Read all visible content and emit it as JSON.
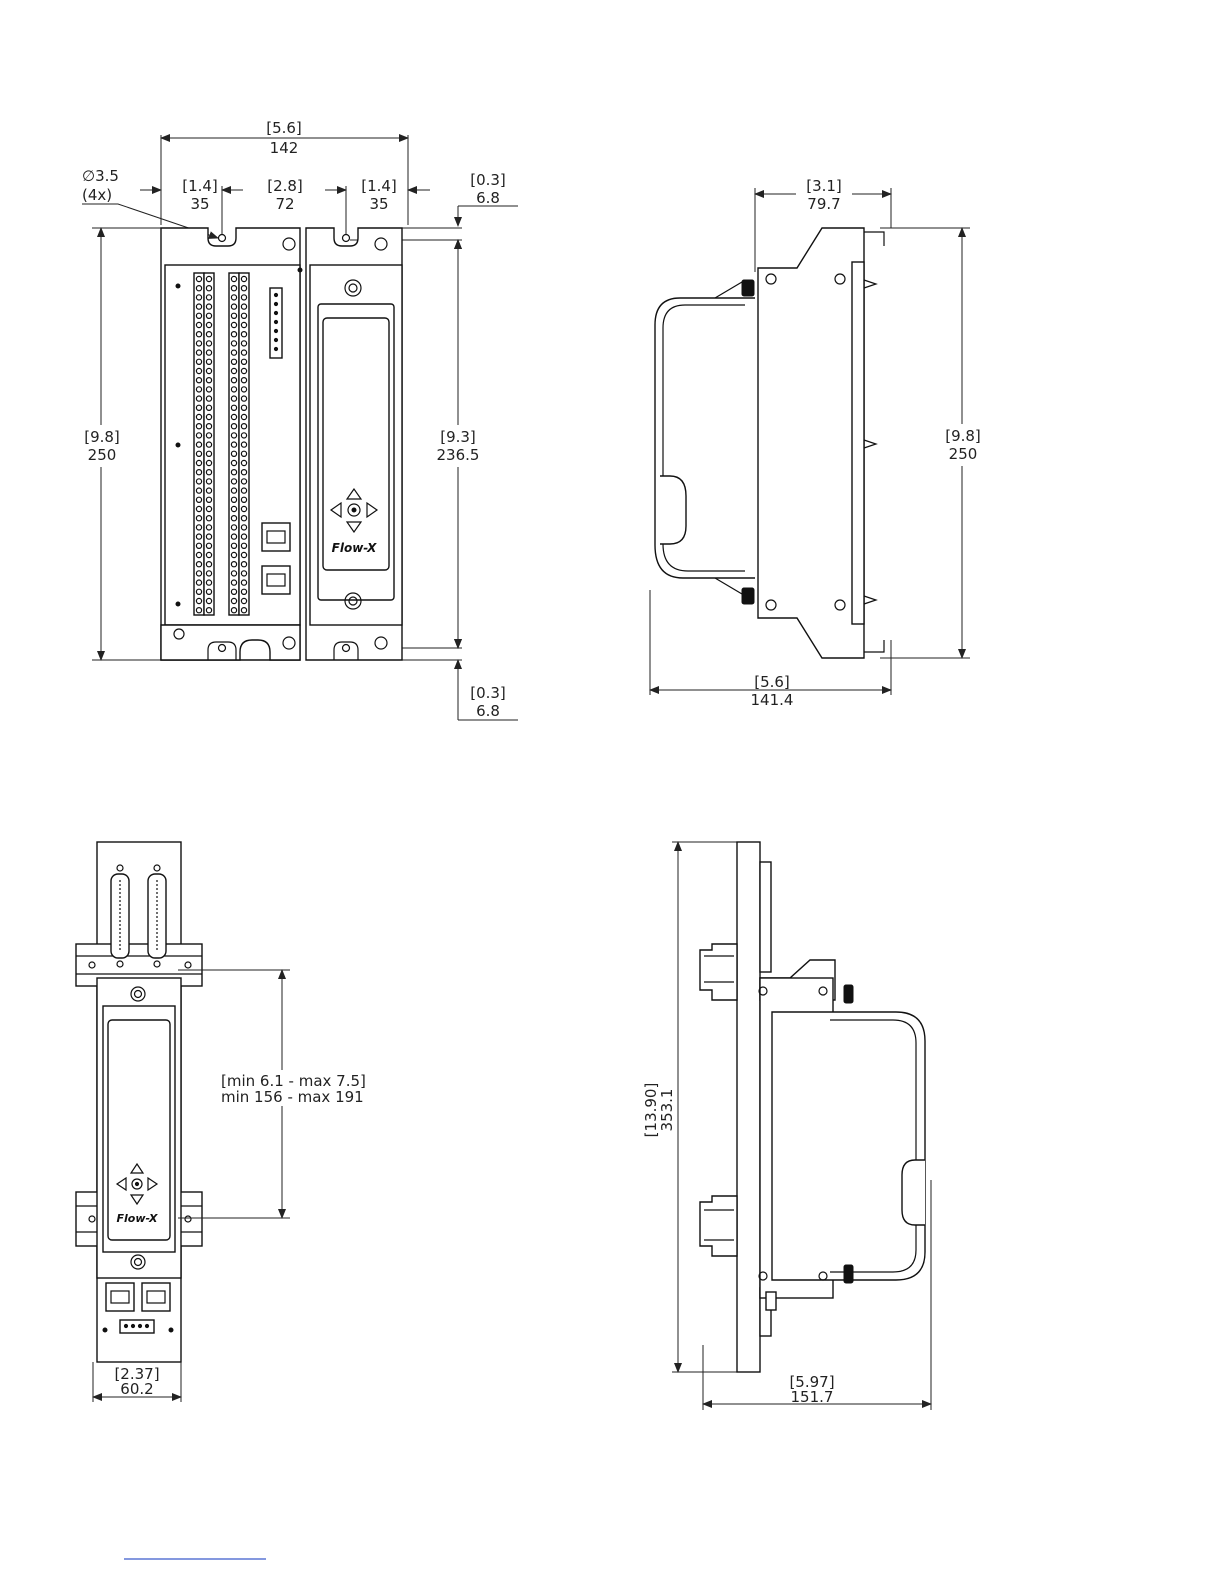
{
  "front_view": {
    "overall_width_in": "5.6",
    "overall_width_mm": "142",
    "hole_diameter": "∅3.5",
    "hole_count": "(4x)",
    "left_pitch_in": "1.4",
    "left_pitch_mm": "35",
    "mid_pitch_in": "2.8",
    "mid_pitch_mm": "72",
    "right_pitch_in": "1.4",
    "right_pitch_mm": "35",
    "top_offset_in": "0.3",
    "top_offset_mm": "6.8",
    "height_in": "9.8",
    "height_mm": "250",
    "hole_span_in": "9.3",
    "hole_span_mm": "236.5",
    "bottom_offset_in": "0.3",
    "bottom_offset_mm": "6.8",
    "logo": "Flow-X"
  },
  "side_view": {
    "depth_in": "3.1",
    "depth_mm": "79.7",
    "height_in": "9.8",
    "height_mm": "250",
    "overall_depth_in": "5.6",
    "overall_depth_mm": "141.4"
  },
  "din_front_view": {
    "rail_spacing_in": "[min 6.1 - max 7.5]",
    "rail_spacing_mm": "min 156 - max 191",
    "width_in": "2.37",
    "width_mm": "60.2",
    "logo": "Flow-X"
  },
  "din_side_view": {
    "height_in": "13.90",
    "height_mm": "353.1",
    "depth_in": "5.97",
    "depth_mm": "151.7"
  }
}
